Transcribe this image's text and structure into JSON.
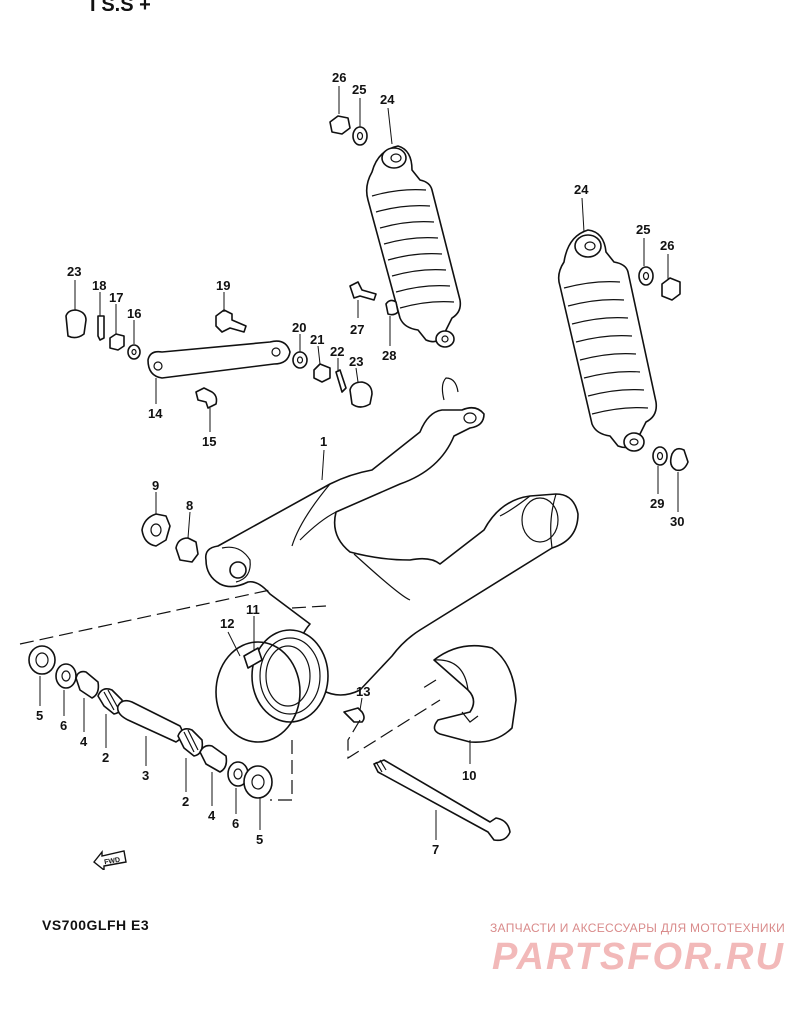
{
  "header_fragment": "ГS.S +",
  "model_code": "VS700GLFH  E3",
  "fwd_label": "FWD",
  "watermark": {
    "tagline": "ЗАПЧАСТИ И АКСЕССУАРЫ ДЛЯ МОТОТЕХНИКИ",
    "logo": "PARTSFOR.RU"
  },
  "callouts": {
    "c26a": "26",
    "c25a": "25",
    "c24a": "24",
    "c24b": "24",
    "c25b": "25",
    "c26b": "26",
    "c23a": "23",
    "c18": "18",
    "c17": "17",
    "c16": "16",
    "c19": "19",
    "c20": "20",
    "c21": "21",
    "c22": "22",
    "c23b": "23",
    "c27": "27",
    "c28": "28",
    "c14": "14",
    "c15": "15",
    "c1": "1",
    "c9": "9",
    "c8": "8",
    "c29": "29",
    "c30": "30",
    "c12": "12",
    "c11": "11",
    "c13": "13",
    "c10": "10",
    "c5a": "5",
    "c6a": "6",
    "c4a": "4",
    "c2a": "2",
    "c3": "3",
    "c2b": "2",
    "c4b": "4",
    "c6b": "6",
    "c5b": "5",
    "c7": "7"
  }
}
